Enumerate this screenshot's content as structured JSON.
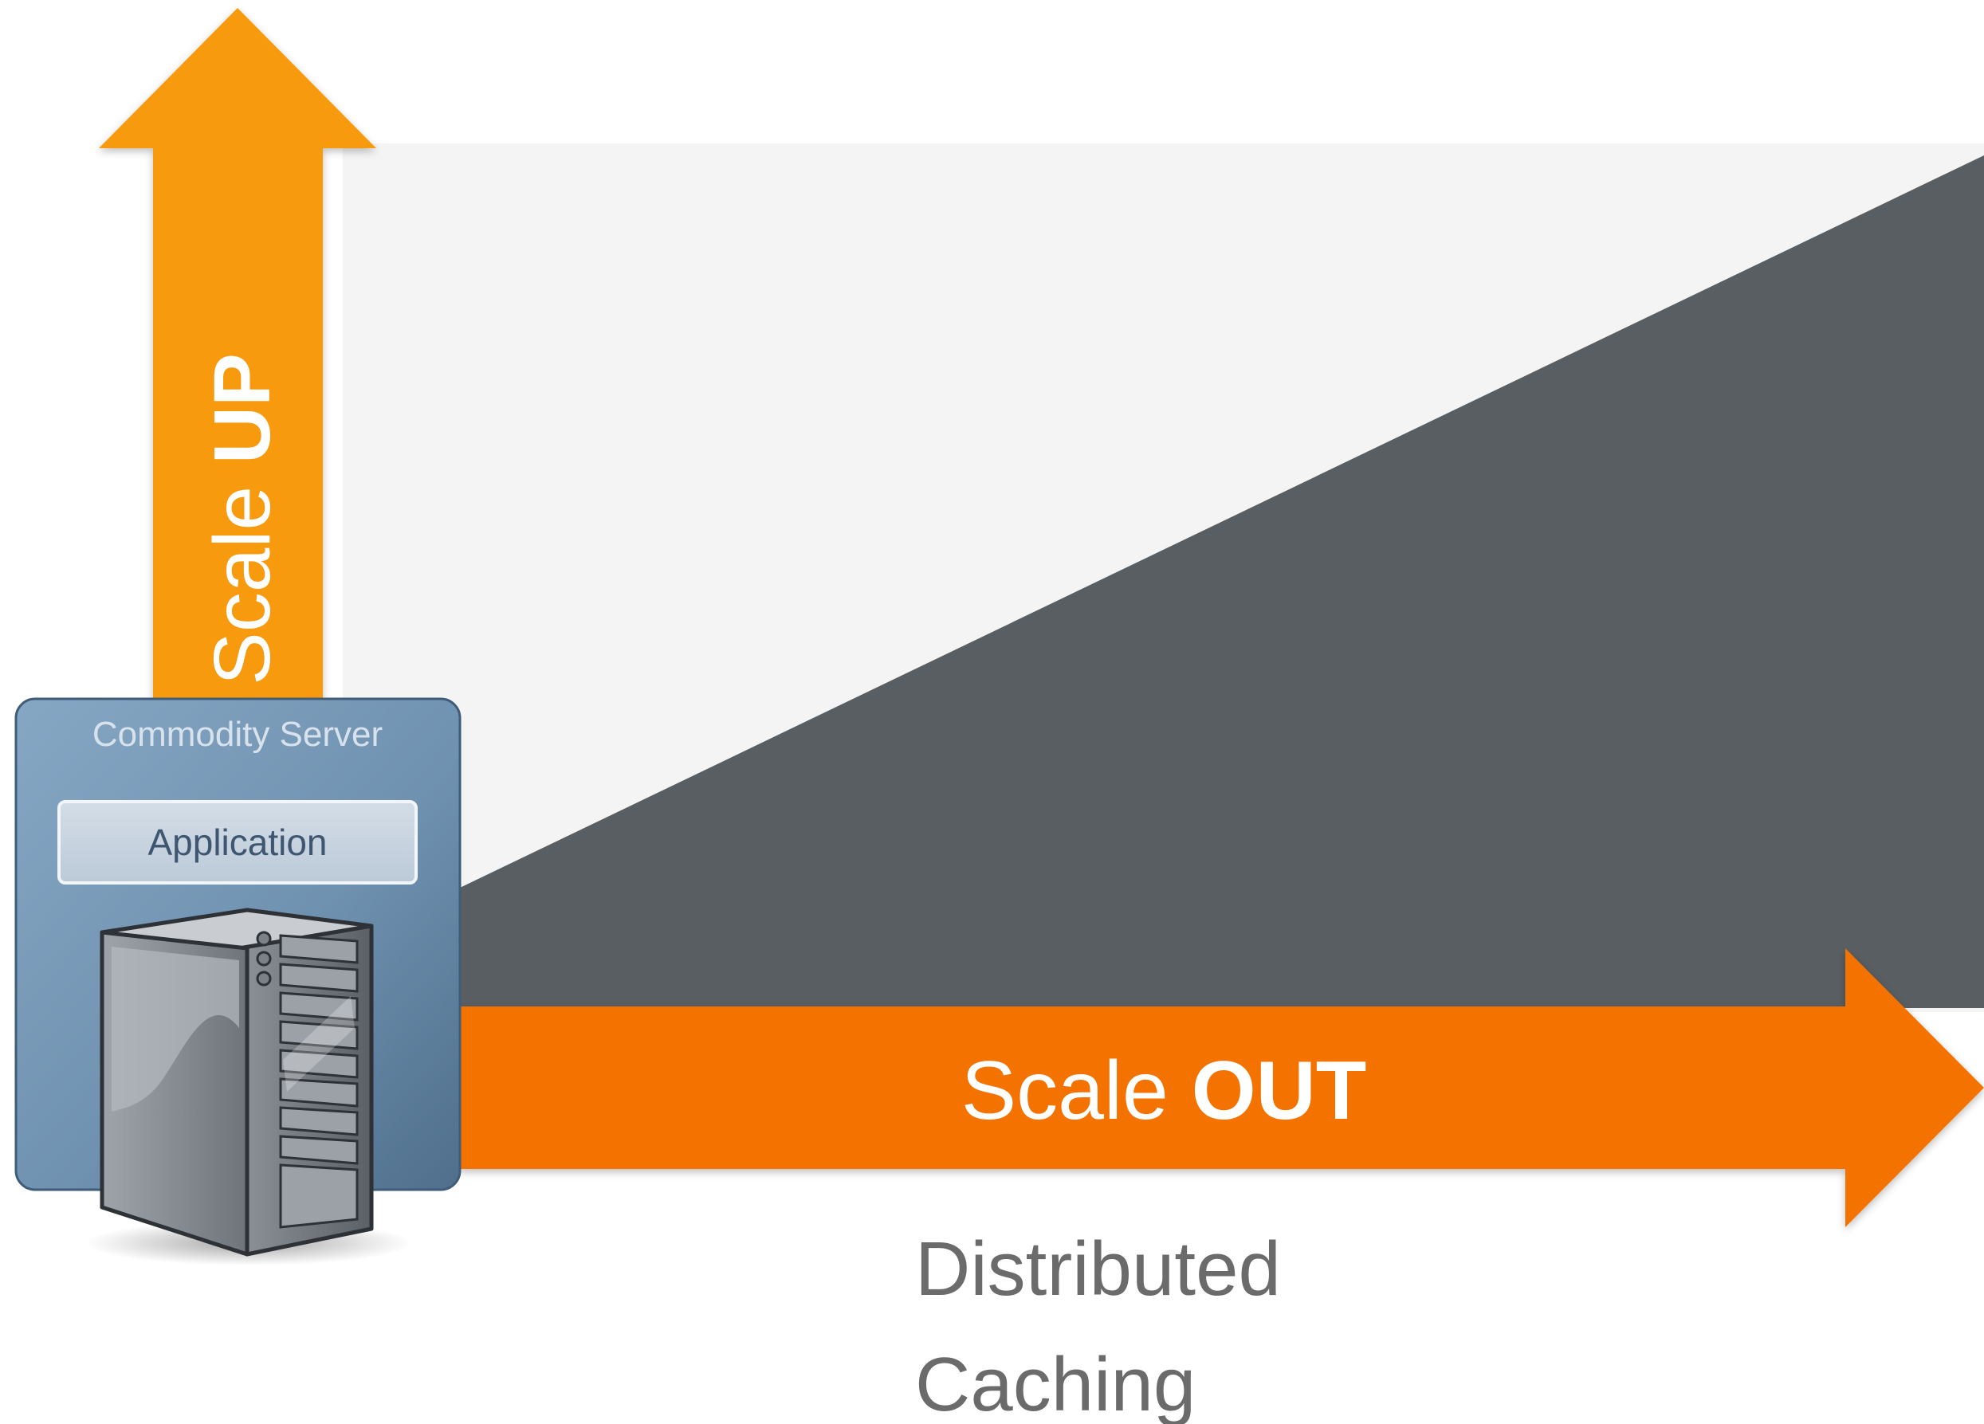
{
  "scale_up": {
    "prefix": "Scale ",
    "emphasis": "UP"
  },
  "scale_out": {
    "prefix": "Scale ",
    "emphasis": "OUT"
  },
  "server": {
    "title": "Commodity Server",
    "application_label": "Application",
    "icon": "server-tower-icon"
  },
  "caption": {
    "line1": "Distributed",
    "line2": "Caching"
  },
  "colors": {
    "scale_up_arrow": "#F79A0E",
    "scale_out_arrow": "#F47306",
    "growth_wedge": "#595E62",
    "background_band": "#F4F4F4",
    "server_panel": "#6E92B0",
    "application_box": "#C5D2DF",
    "caption_text": "#6B6B6B"
  }
}
